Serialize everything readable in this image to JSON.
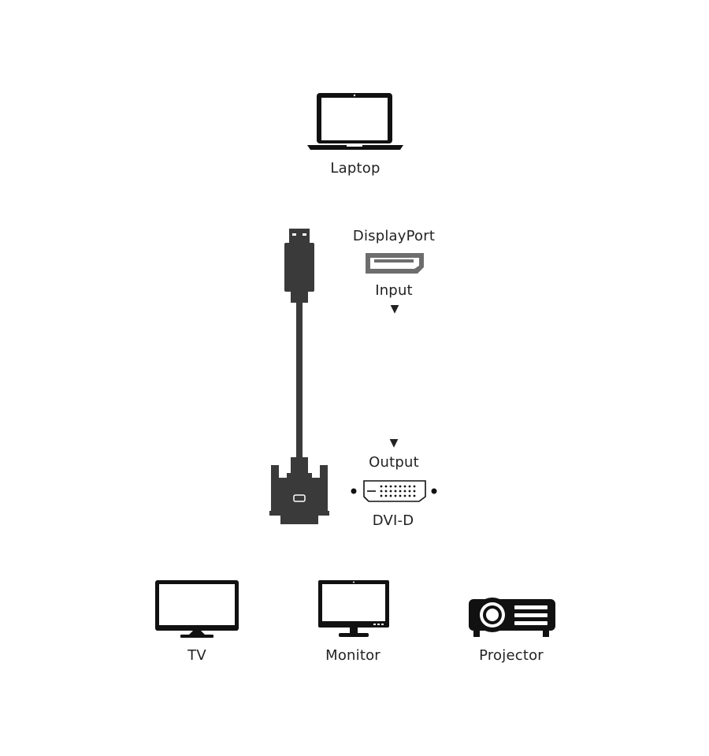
{
  "source_device": {
    "label": "Laptop",
    "icon": "laptop-icon"
  },
  "input": {
    "connector_name": "DisplayPort",
    "direction_label": "Input",
    "arrow": "▼",
    "icon": "displayport-port-icon"
  },
  "output": {
    "connector_name": "DVI-D",
    "direction_label": "Output",
    "arrow": "▼",
    "icon": "dvi-d-port-icon"
  },
  "cable": {
    "top_plug_icon": "displayport-plug-icon",
    "bottom_plug_icon": "dvi-plug-icon",
    "color": "#3a3a3a"
  },
  "target_devices": [
    {
      "label": "TV",
      "icon": "tv-icon"
    },
    {
      "label": "Monitor",
      "icon": "monitor-icon"
    },
    {
      "label": "Projector",
      "icon": "projector-icon"
    }
  ],
  "colors": {
    "icon_stroke": "#111111",
    "port_gray": "#6d6d6d"
  }
}
